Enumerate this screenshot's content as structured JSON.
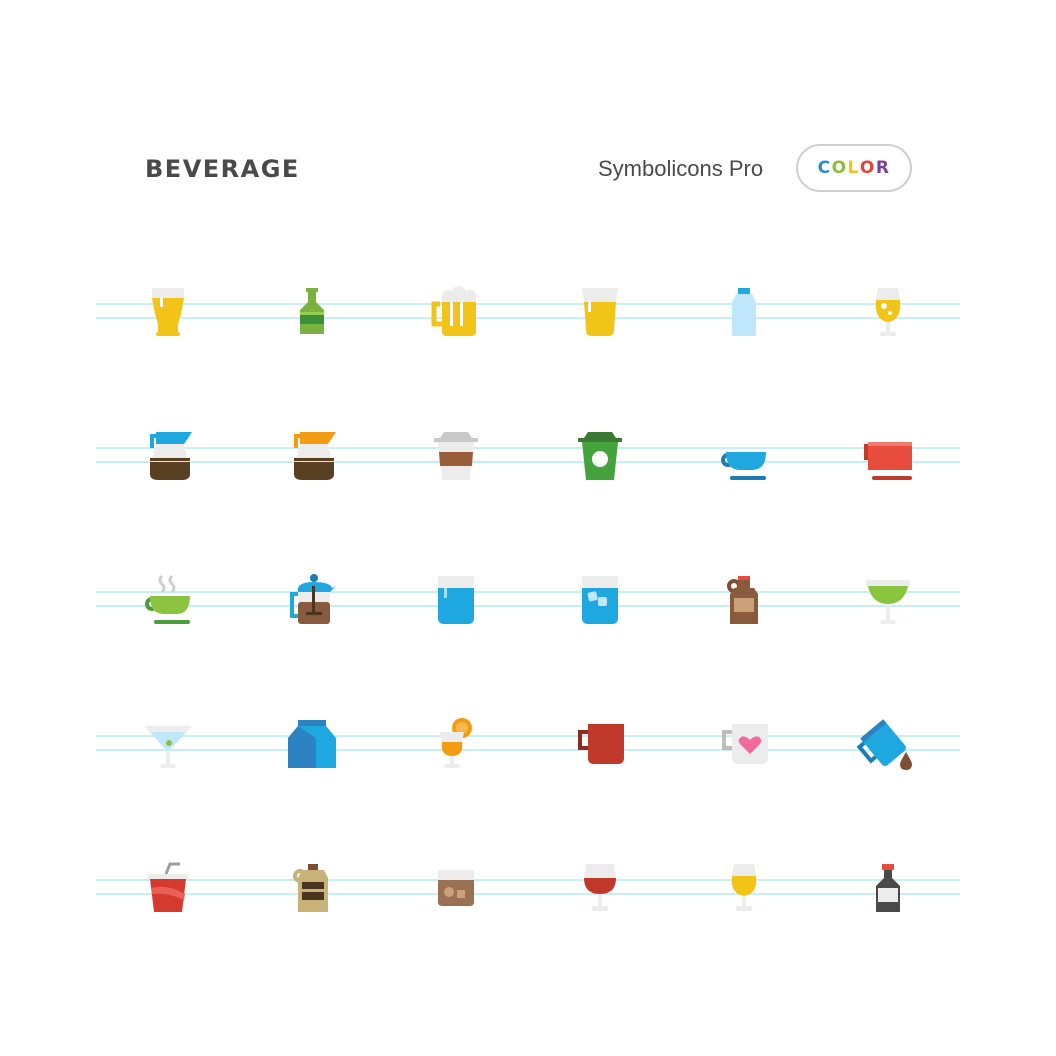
{
  "header": {
    "title": "BEVERAGE",
    "brand": "Symbolicons Pro",
    "badge": {
      "letters": [
        "C",
        "O",
        "L",
        "O",
        "R"
      ],
      "colors": [
        "#2d8bd3",
        "#8bbf3b",
        "#f3c21b",
        "#e2463b",
        "#7b3f9e"
      ]
    }
  },
  "colors": {
    "guide": "#c6f1f0",
    "text": "#4a4a4a",
    "pill_border": "#cfcfcf"
  },
  "icons": [
    [
      "pint-glass-icon",
      "beer-bottle-icon",
      "beer-mug-icon",
      "juice-glass-icon",
      "water-bottle-icon",
      "wine-tulip-glass-icon"
    ],
    [
      "coffee-pot-blue-icon",
      "coffee-pot-orange-icon",
      "coffee-cup-icon",
      "to-go-cup-icon",
      "teacup-blue-icon",
      "teacup-red-icon"
    ],
    [
      "hot-tea-icon",
      "french-press-icon",
      "water-glass-icon",
      "ice-water-glass-icon",
      "syrup-jug-icon",
      "margarita-glass-icon"
    ],
    [
      "martini-glass-icon",
      "milk-carton-icon",
      "cocktail-orange-icon",
      "red-mug-icon",
      "love-mug-icon",
      "pouring-pitcher-icon"
    ],
    [
      "soda-cup-icon",
      "moonshine-jug-icon",
      "whiskey-glass-icon",
      "red-wine-glass-icon",
      "beer-tulip-glass-icon",
      "liquor-bottle-icon"
    ]
  ]
}
